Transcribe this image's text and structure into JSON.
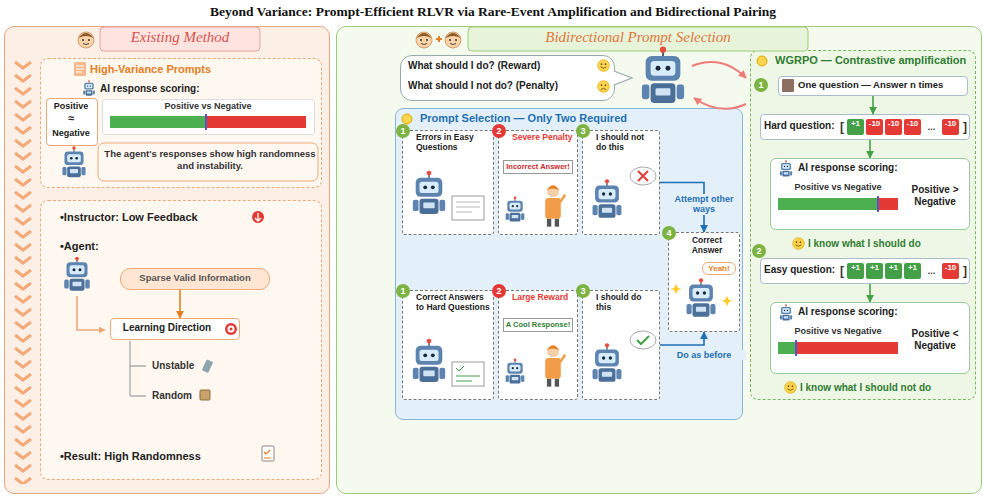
{
  "diagram": {
    "title": "Beyond Variance: Prompt-Efficient RLVR via Rare-Event Amplification and Bidirectional Pairing",
    "nodes": [
      {
        "text": [
          "Existing Method"
        ]
      },
      {
        "text": [
          "High-Variance Prompts",
          "AI response scoring:",
          "The agent's responses show high randomness and instability."
        ],
        "in": 0
      },
      {
        "text": [
          "Positive",
          "≈",
          "Negative"
        ],
        "in": 1
      },
      {
        "text": [
          "Positive vs Negative"
        ],
        "in": 1
      },
      {
        "text": [
          "•Instructor: Low Feedback",
          "•Agent:",
          "•Result: High Randomness"
        ],
        "in": 0
      },
      {
        "text": [
          "Sparse Valid Information"
        ],
        "in": 4
      },
      {
        "text": [
          "Learning Direction"
        ],
        "in": 4
      },
      {
        "text": [
          "Bidirectional Prompt Selection"
        ]
      },
      {
        "text": [
          "What should I do? (Reward)",
          "What should I not do? (Penalty)"
        ],
        "in": 7
      },
      {
        "text": [
          "Prompt Selection — Only Two Required"
        ],
        "in": 7
      },
      {
        "text": [
          "Errors in Easy Questions"
        ],
        "in": 9
      },
      {
        "text": [
          "Severe Penalty"
        ],
        "in": 9
      },
      {
        "text": [
          "I should not do this"
        ],
        "in": 9
      },
      {
        "text": [
          "Correct Answer"
        ],
        "in": 9
      },
      {
        "text": [
          "Correct Answers to Hard Questions"
        ],
        "in": 9
      },
      {
        "text": [
          "Large Reward"
        ],
        "in": 9
      },
      {
        "text": [
          "I should do this"
        ],
        "in": 9
      },
      {
        "text": [
          "WGRPO — Contrastive amplification"
        ],
        "in": 7
      },
      {
        "text": [
          "One question — Answer n times"
        ],
        "in": 17
      },
      {
        "text": [
          "Hard question:"
        ],
        "in": 17
      },
      {
        "text": [
          "AI response scoring:",
          "Positive vs Negative",
          "Positive > Negative"
        ],
        "in": 17
      },
      {
        "text": [
          "Easy question:"
        ],
        "in": 17
      },
      {
        "text": [
          "AI response scoring:",
          "Positive vs Negative",
          "Positive < Negative"
        ],
        "in": 17
      }
    ],
    "edges": [
      {
        "from": 5,
        "to": 6,
        "arrow": "to"
      },
      {
        "from": 12,
        "to": 13,
        "label": "Attempt other ways",
        "arrow": "to"
      },
      {
        "from": 16,
        "to": 13,
        "label": "Do as before",
        "arrow": "to"
      },
      {
        "from": 18,
        "to": 19,
        "arrow": "to"
      },
      {
        "from": 19,
        "to": 20,
        "arrow": "to"
      },
      {
        "from": 21,
        "to": 22,
        "arrow": "to"
      }
    ],
    "labels": [
      "Unstable",
      "Random",
      "1",
      "2",
      "3",
      "Incorrect Answer!",
      "4",
      "Yeah!",
      "1",
      "2",
      "3",
      "A Cool Response!",
      "1",
      "[",
      "+1",
      "-10",
      "-10",
      "-10",
      "...",
      "-10",
      "]",
      "I know what I should do",
      "2",
      "[",
      "+1",
      "+1",
      "+1",
      "+1",
      "...",
      "-10",
      "]",
      "I know what I should not do"
    ]
  }
}
